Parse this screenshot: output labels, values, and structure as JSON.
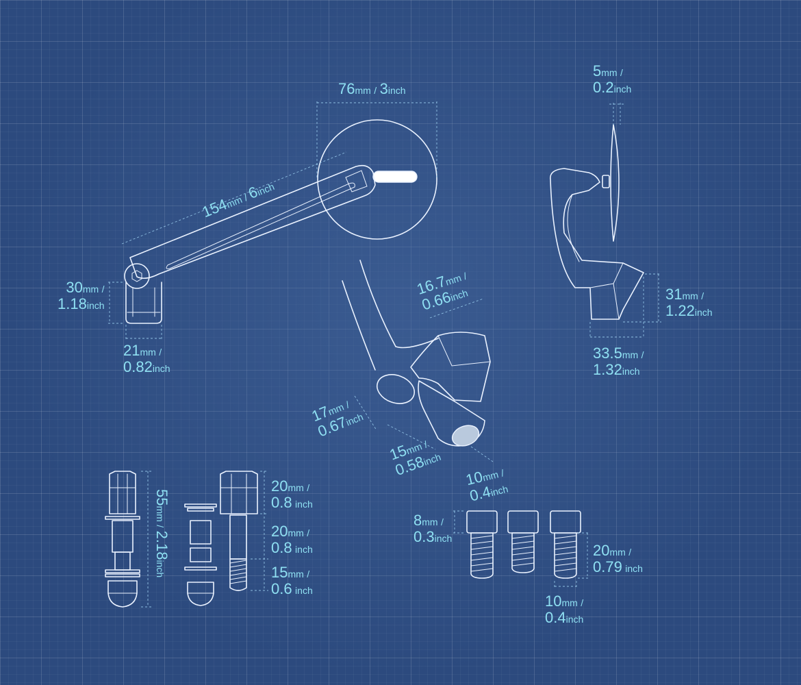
{
  "colors": {
    "background": "#2c4a7e",
    "line": "#eaf2ff",
    "dimension_text": "#8fe0f2"
  },
  "dimensions": {
    "mirror_diameter": {
      "mm": "76",
      "mm_unit": "mm",
      "sep": "/",
      "inch": "3",
      "inch_unit": "inch"
    },
    "mirror_thickness": {
      "mm": "5",
      "mm_unit": "mm",
      "sep": "/",
      "inch": "0.2",
      "inch_unit": "inch"
    },
    "arm_length": {
      "mm": "154",
      "mm_unit": "mm",
      "sep": "/",
      "inch": "6",
      "inch_unit": "inch"
    },
    "base_height": {
      "mm": "30",
      "mm_unit": "mm",
      "sep": "/",
      "inch": "1.18",
      "inch_unit": "inch"
    },
    "base_width": {
      "mm": "21",
      "mm_unit": "mm",
      "sep": "/",
      "inch": "0.82",
      "inch_unit": "inch"
    },
    "clamp_height": {
      "mm": "31",
      "mm_unit": "mm",
      "sep": "/",
      "inch": "1.22",
      "inch_unit": "inch"
    },
    "clamp_width": {
      "mm": "33.5",
      "mm_unit": "mm",
      "sep": "/",
      "inch": "1.32",
      "inch_unit": "inch"
    },
    "clamp_top": {
      "mm": "16.7",
      "mm_unit": "mm",
      "sep": "/",
      "inch": "0.66",
      "inch_unit": "inch"
    },
    "clamp_bore": {
      "mm": "17",
      "mm_unit": "mm",
      "sep": "/",
      "inch": "0.67",
      "inch_unit": "inch"
    },
    "clamp_nut": {
      "mm": "15",
      "mm_unit": "mm",
      "sep": "/",
      "inch": "0.58",
      "inch_unit": "inch"
    },
    "clamp_hole": {
      "mm": "10",
      "mm_unit": "mm",
      "sep": "/",
      "inch": "0.4",
      "inch_unit": "inch"
    },
    "long_bolt": {
      "mm": "55",
      "mm_unit": "mm",
      "sep": "/",
      "inch": "2.18",
      "inch_unit": "inch"
    },
    "bolt_head": {
      "mm": "20",
      "mm_unit": "mm",
      "sep": "/",
      "inch": "0.8",
      "inch_unit": "inch"
    },
    "bolt_shank": {
      "mm": "20",
      "mm_unit": "mm",
      "sep": "/",
      "inch": "0.8",
      "inch_unit": "inch"
    },
    "bolt_thread": {
      "mm": "15",
      "mm_unit": "mm",
      "sep": "/",
      "inch": "0.6",
      "inch_unit": "inch"
    },
    "screw_head": {
      "mm": "8",
      "mm_unit": "mm",
      "sep": "/",
      "inch": "0.3",
      "inch_unit": "inch"
    },
    "screw_length": {
      "mm": "20",
      "mm_unit": "mm",
      "sep": "/",
      "inch": "0.79",
      "inch_unit": "inch"
    },
    "screw_diameter": {
      "mm": "10",
      "mm_unit": "mm",
      "sep": "/",
      "inch": "0.4",
      "inch_unit": "inch"
    }
  }
}
